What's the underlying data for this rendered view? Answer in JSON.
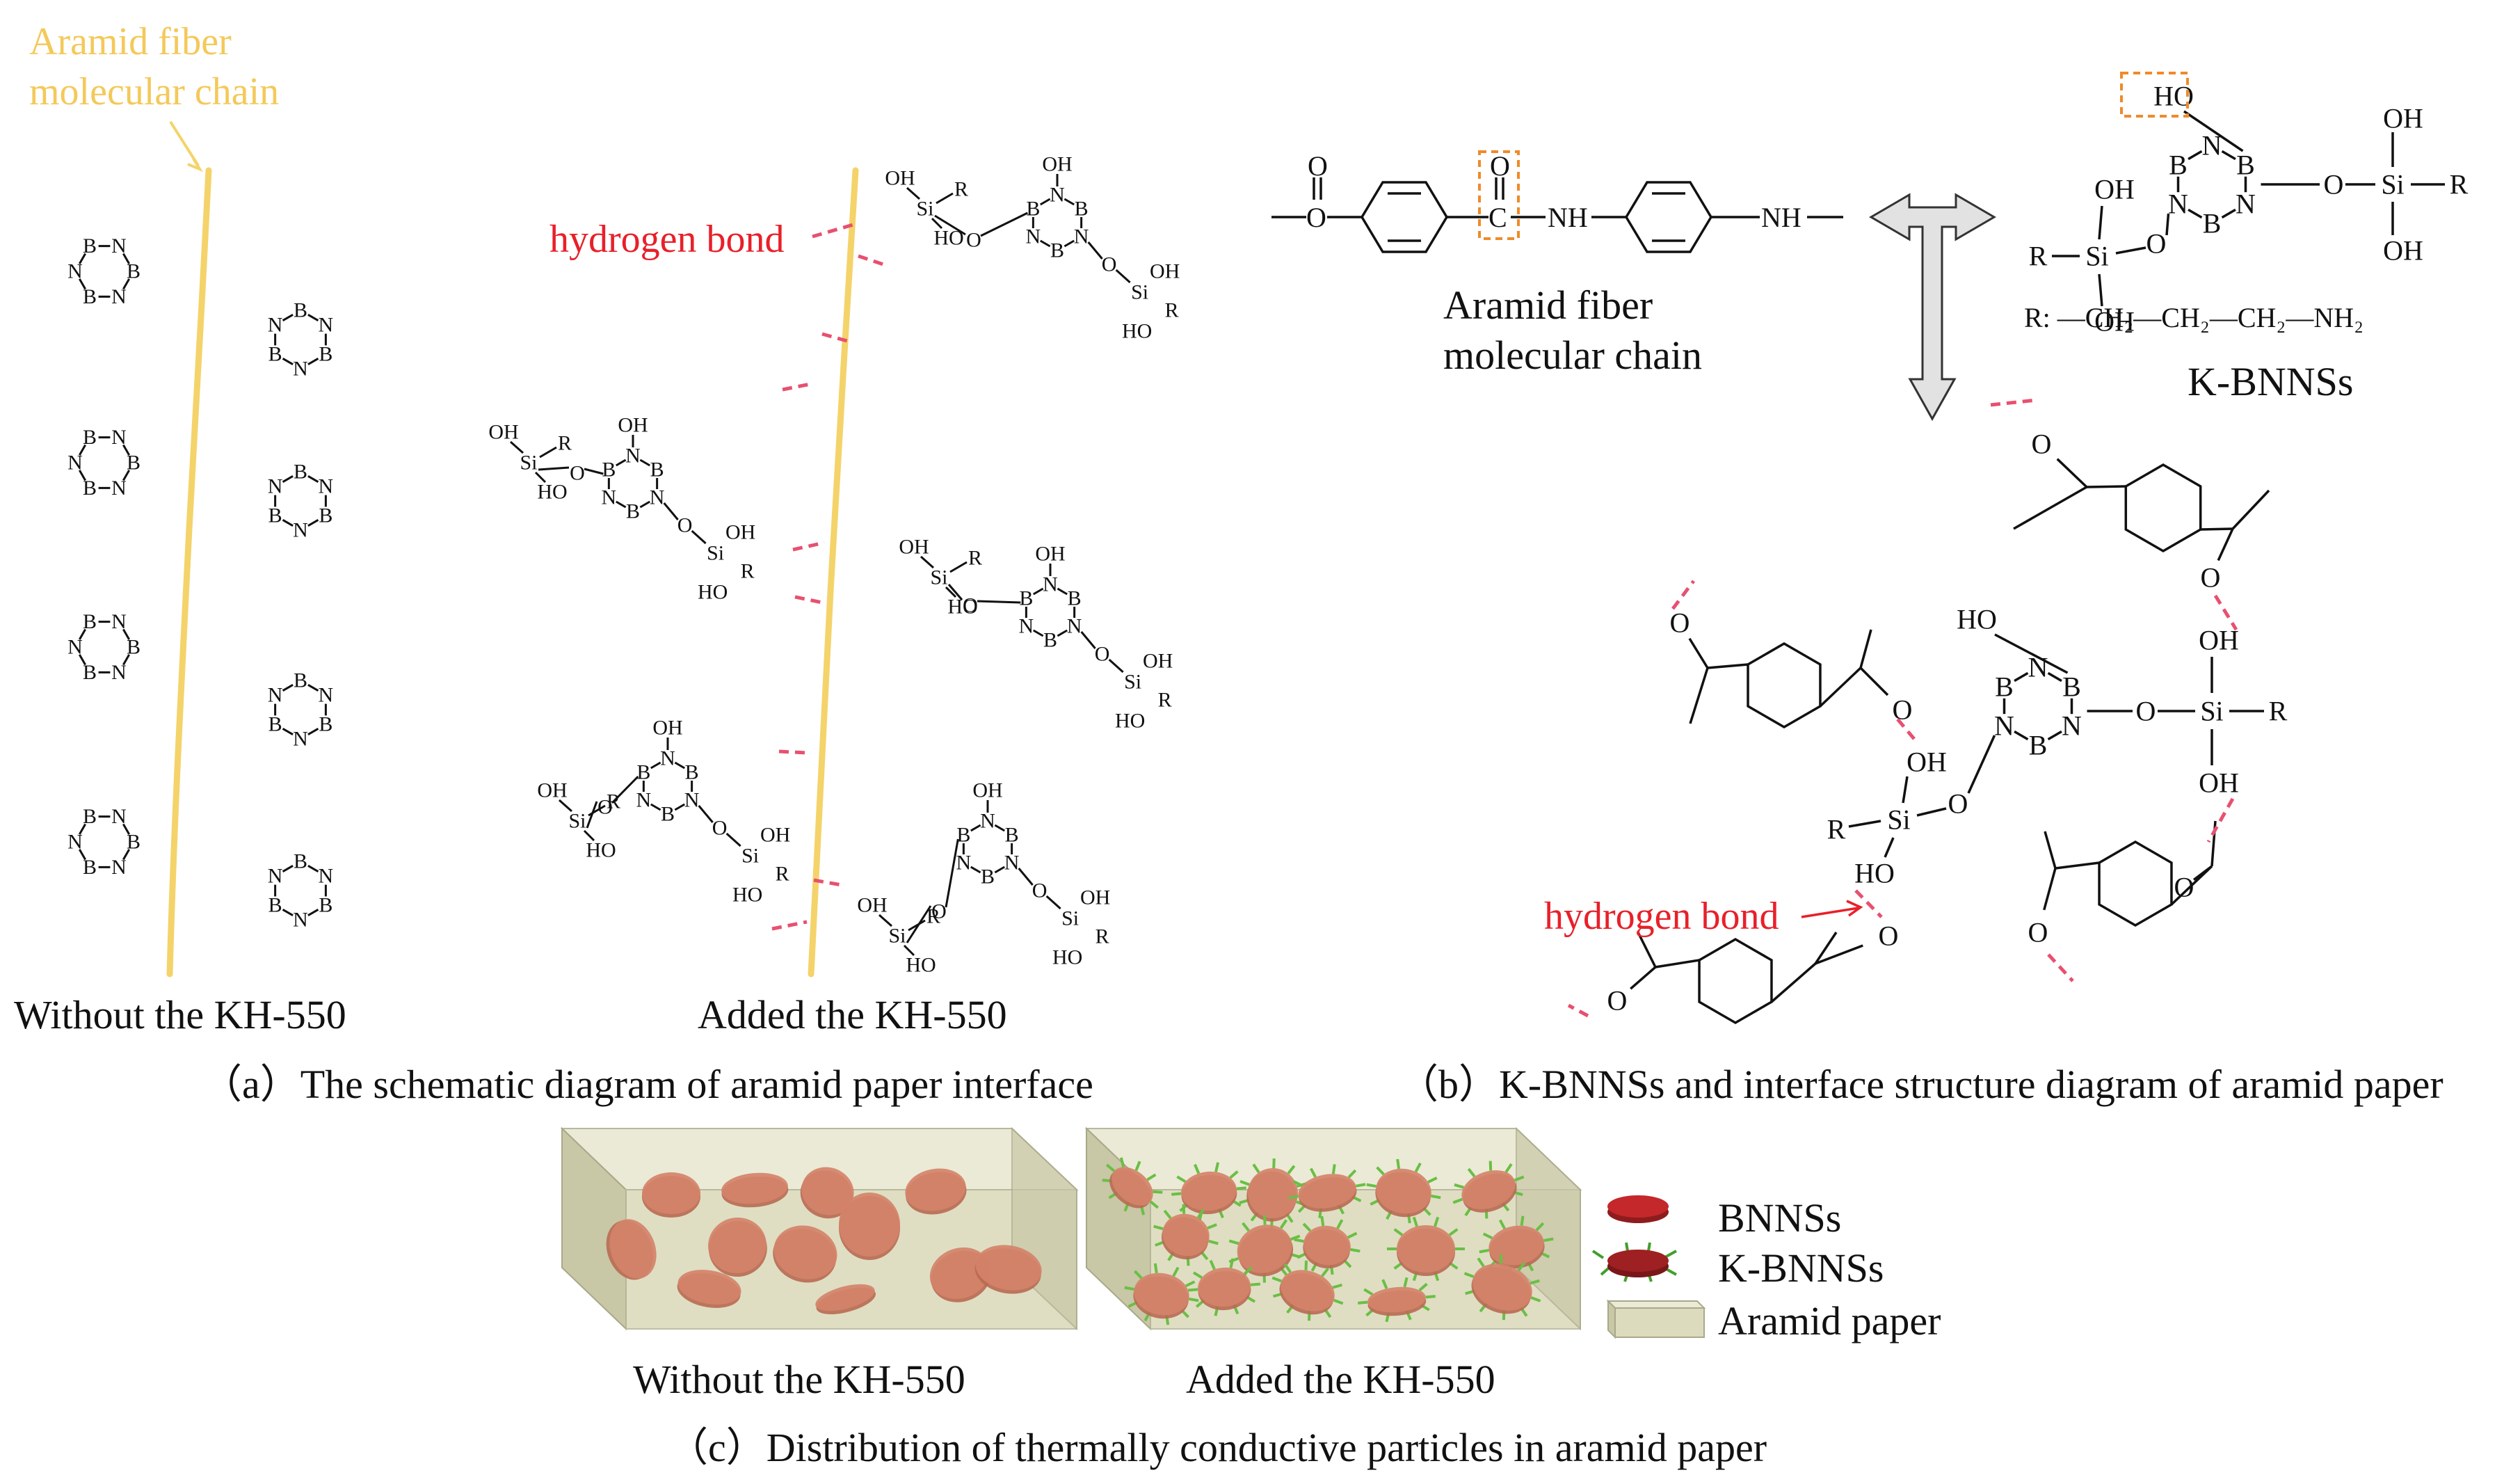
{
  "panel_a": {
    "fiber_label_line1": "Aramid fiber",
    "fiber_label_line2": "molecular chain",
    "hbond_label": "hydrogen bond",
    "left_title": "Without the KH-550",
    "right_title": "Added the KH-550",
    "caption": "（a）The schematic diagram of aramid paper interface"
  },
  "panel_b": {
    "chain_label_line1": "Aramid fiber",
    "chain_label_line2": "molecular chain",
    "kbnns_label": "K-BNNSs",
    "r_group": "R:  —CH₂—CH₂—CH₂—NH₂",
    "hbond_label": "hydrogen bond",
    "caption": "（b）K-BNNSs and interface structure diagram of aramid paper"
  },
  "panel_c": {
    "left_title": "Without the KH-550",
    "right_title": "Added the KH-550",
    "caption": "（c）Distribution of thermally conductive particles in aramid paper",
    "legend": [
      "BNNSs",
      "K-BNNSs",
      "Aramid paper"
    ]
  },
  "atoms": {
    "B": "B",
    "N": "N",
    "O": "O",
    "Si": "Si",
    "R": "R",
    "OH": "OH",
    "HO": "HO",
    "H": "H",
    "NH": "NH"
  },
  "colors": {
    "fiber": "#f4d36a",
    "hydrogen_bond": "#e85070",
    "highlight_box": "#f08a2a",
    "particle": "#d4836a",
    "particle_edge": "#b86a52",
    "paper_block": "#d9d8b9",
    "ligand": "#6abf45",
    "legend_disc": "#c4282a"
  }
}
